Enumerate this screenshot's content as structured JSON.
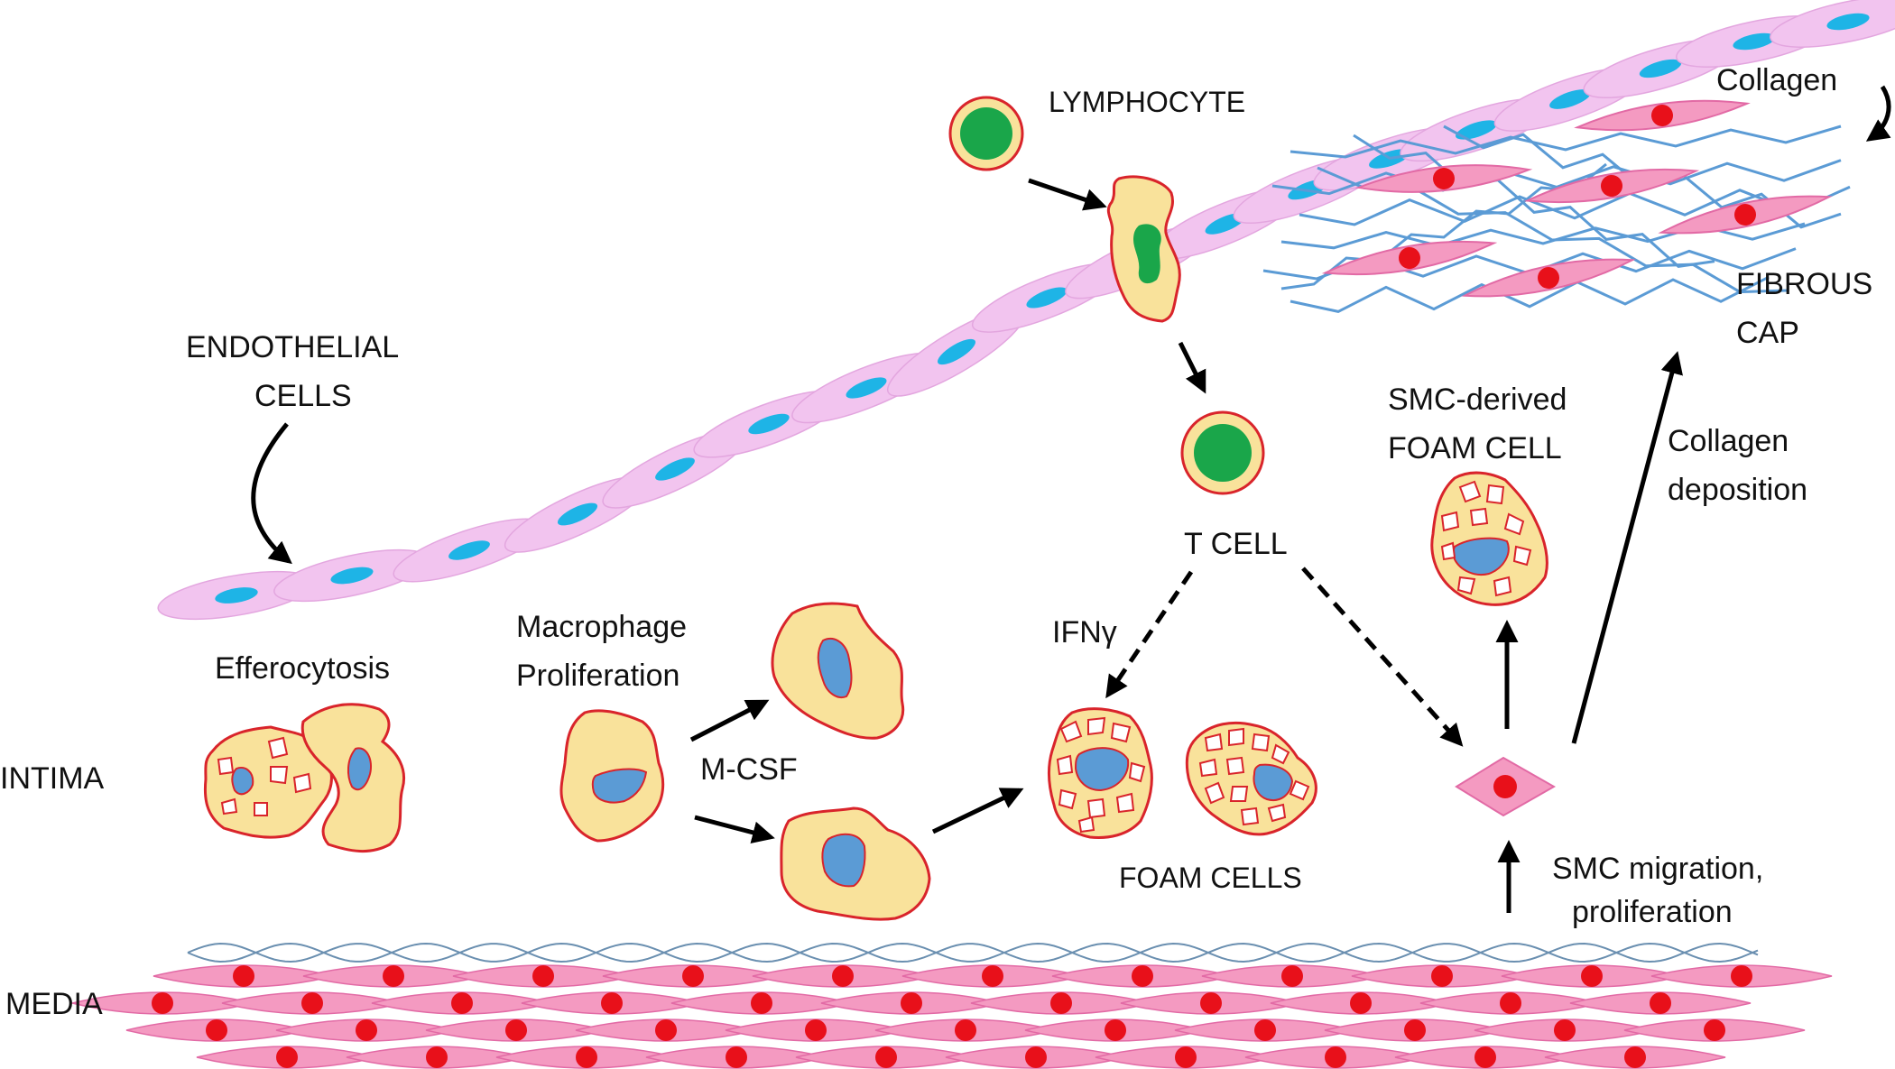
{
  "labels": {
    "lymphocyte": "LYMPHOCYTE",
    "collagen": "Collagen",
    "fibrous_cap_line1": "FIBROUS",
    "fibrous_cap_line2": "CAP",
    "endothelial_line1": "ENDOTHELIAL",
    "endothelial_line2": "CELLS",
    "smc_foam_line1": "SMC-derived",
    "smc_foam_line2": "FOAM CELL",
    "collagen_dep_line1": "Collagen",
    "collagen_dep_line2": "deposition",
    "t_cell": "T CELL",
    "ifn_gamma": "IFNγ",
    "efferocytosis": "Efferocytosis",
    "macrophage_line1": "Macrophage",
    "macrophage_line2": "Proliferation",
    "m_csf": "M-CSF",
    "foam_cells": "FOAM CELLS",
    "smc_migration_line1": "SMC migration,",
    "smc_migration_line2": "proliferation",
    "intima": "INTIMA",
    "media": "MEDIA"
  },
  "colors": {
    "endothelium": "#f2c4ef",
    "endothelial_nucleus": "#1eb4e6",
    "macrophage_fill": "#f9e29b",
    "macrophage_outline": "#d9242b",
    "macrophage_nucleus": "#5b9bd5",
    "lymphocyte_nucleus": "#1aa64a",
    "smc_fill": "#f49ac1",
    "smc_nucleus": "#e8101a",
    "collagen_fiber": "#5b9bd5",
    "elastic_lamina": "#6a8fb0"
  }
}
